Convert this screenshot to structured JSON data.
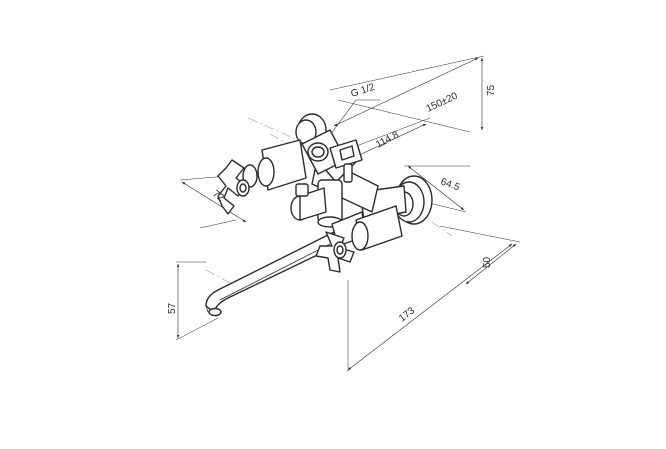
{
  "dimensions": {
    "thread": "G 1/2",
    "center_distance": "150±20",
    "height_top": "75",
    "spout_offset": "114.8",
    "wall_depth": "64.5",
    "handle_spacing": "72",
    "depth": "50",
    "spout_length": "173",
    "spout_height": "57"
  }
}
